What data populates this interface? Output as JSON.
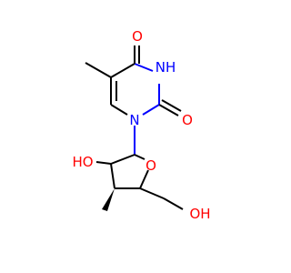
{
  "molecule": {
    "atoms": {
      "o_top": {
        "label": "O",
        "color": "#ff0000"
      },
      "nh": {
        "label": "NH",
        "color": "#0000ff"
      },
      "o_right": {
        "label": "O",
        "color": "#ff0000"
      },
      "n1": {
        "label": "N",
        "color": "#0000ff"
      },
      "ho_left": {
        "label": "HO",
        "color": "#ff0000"
      },
      "o_ring": {
        "label": "O",
        "color": "#ff0000"
      },
      "oh_bottom": {
        "label": "OH",
        "color": "#ff0000"
      }
    }
  }
}
